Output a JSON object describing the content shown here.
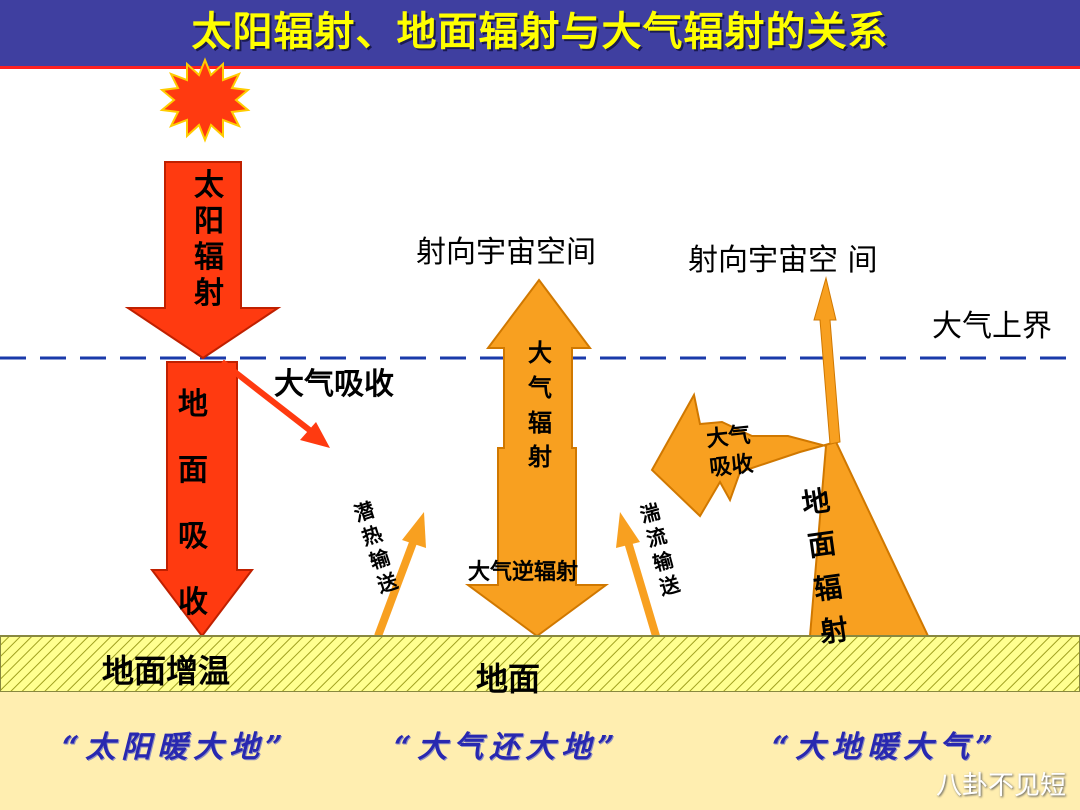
{
  "title": "太阳辐射、地面辐射与大气辐射的关系",
  "labels": {
    "solar_radiation": "太阳辐射",
    "ground_absorb": "地面吸收",
    "atmosphere_absorb_1": "大气吸收",
    "to_space_1": "射向宇宙空间",
    "to_space_2": "射向宇宙空 间",
    "atmosphere_top": "大气上界",
    "atmospheric_radiation": "大气辐射",
    "atmospheric_counter_radiation": "大气逆辐射",
    "latent_heat_transport": "潜热输送",
    "turbulent_transport": "湍流输送",
    "atmosphere_absorb_2": "大气吸收",
    "ground_radiation": "地面辐射",
    "ground_warming": "地面增温",
    "ground": "地面"
  },
  "slogans": {
    "sun_warms_earth": "“太阳暖大地”",
    "atmosphere_returns_earth": "“大气还大地”",
    "earth_warms_atmosphere": "“大地暖大气”"
  },
  "watermark": "八卦不见短",
  "colors": {
    "header_bg": "#3f3fa0",
    "title_color": "#ffff00",
    "solar_arrow": "#ff3a10",
    "orange_arrow": "#f8a020",
    "dashed_line": "#1a3aaa",
    "ground_band": "#ffeeb0",
    "slogan_color": "#2828b0"
  }
}
